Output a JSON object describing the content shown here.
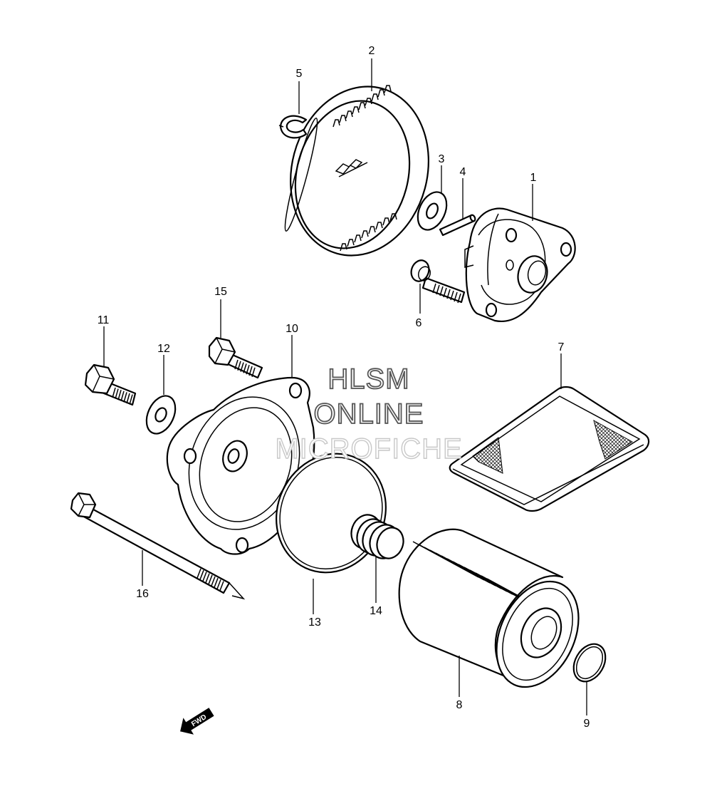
{
  "watermark": {
    "line1": "HLSM",
    "line2": "ONLINE",
    "line3": "MICROFICHE"
  },
  "direction_marker": {
    "label": "FWD",
    "icon": "forward-arrow-icon"
  },
  "callouts": {
    "c1": "1",
    "c2": "2",
    "c3": "3",
    "c4": "4",
    "c5": "5",
    "c6": "6",
    "c7": "7",
    "c8": "8",
    "c9": "9",
    "c10": "10",
    "c11": "11",
    "c12": "12",
    "c13": "13",
    "c14": "14",
    "c15": "15",
    "c16": "16"
  }
}
